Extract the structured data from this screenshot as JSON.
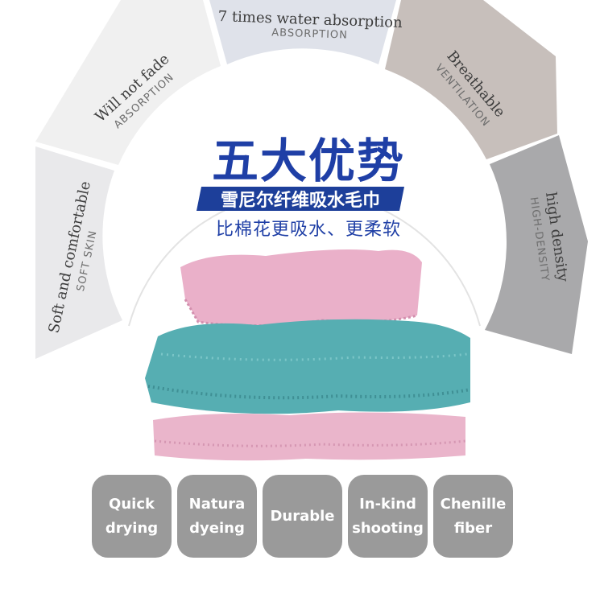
{
  "segments": [
    {
      "title": "Soft and comfortable",
      "sub": "SOFT SKIN"
    },
    {
      "title": "Will not fade",
      "sub": "ABSORPTION"
    },
    {
      "title": "7 times water absorption",
      "sub": "ABSORPTION"
    },
    {
      "title": "Breathable",
      "sub": "VENTILATION"
    },
    {
      "title": "high density",
      "sub": "HIGH-DENSITY"
    }
  ],
  "headline": "五大优势",
  "ribbon": "雪尼尔纤维吸水毛巾",
  "tagline": "比棉花更吸水、更柔软",
  "badges": [
    "Quick\ndrying",
    "Natura\ndyeing",
    "Durable",
    "In-kind\nshooting",
    "Chenille\nfiber"
  ],
  "colors": {
    "segments": [
      "#e9e9eb",
      "#f0f0f0",
      "#dfe2ea",
      "#c7bfbb",
      "#a9a9ab"
    ],
    "headline": "#1f3fa6",
    "ribbon": "#1d3f9a",
    "badge": "#9a9a9a",
    "towel_pink": "#e8a9c3",
    "towel_teal": "#4aa9ae"
  }
}
